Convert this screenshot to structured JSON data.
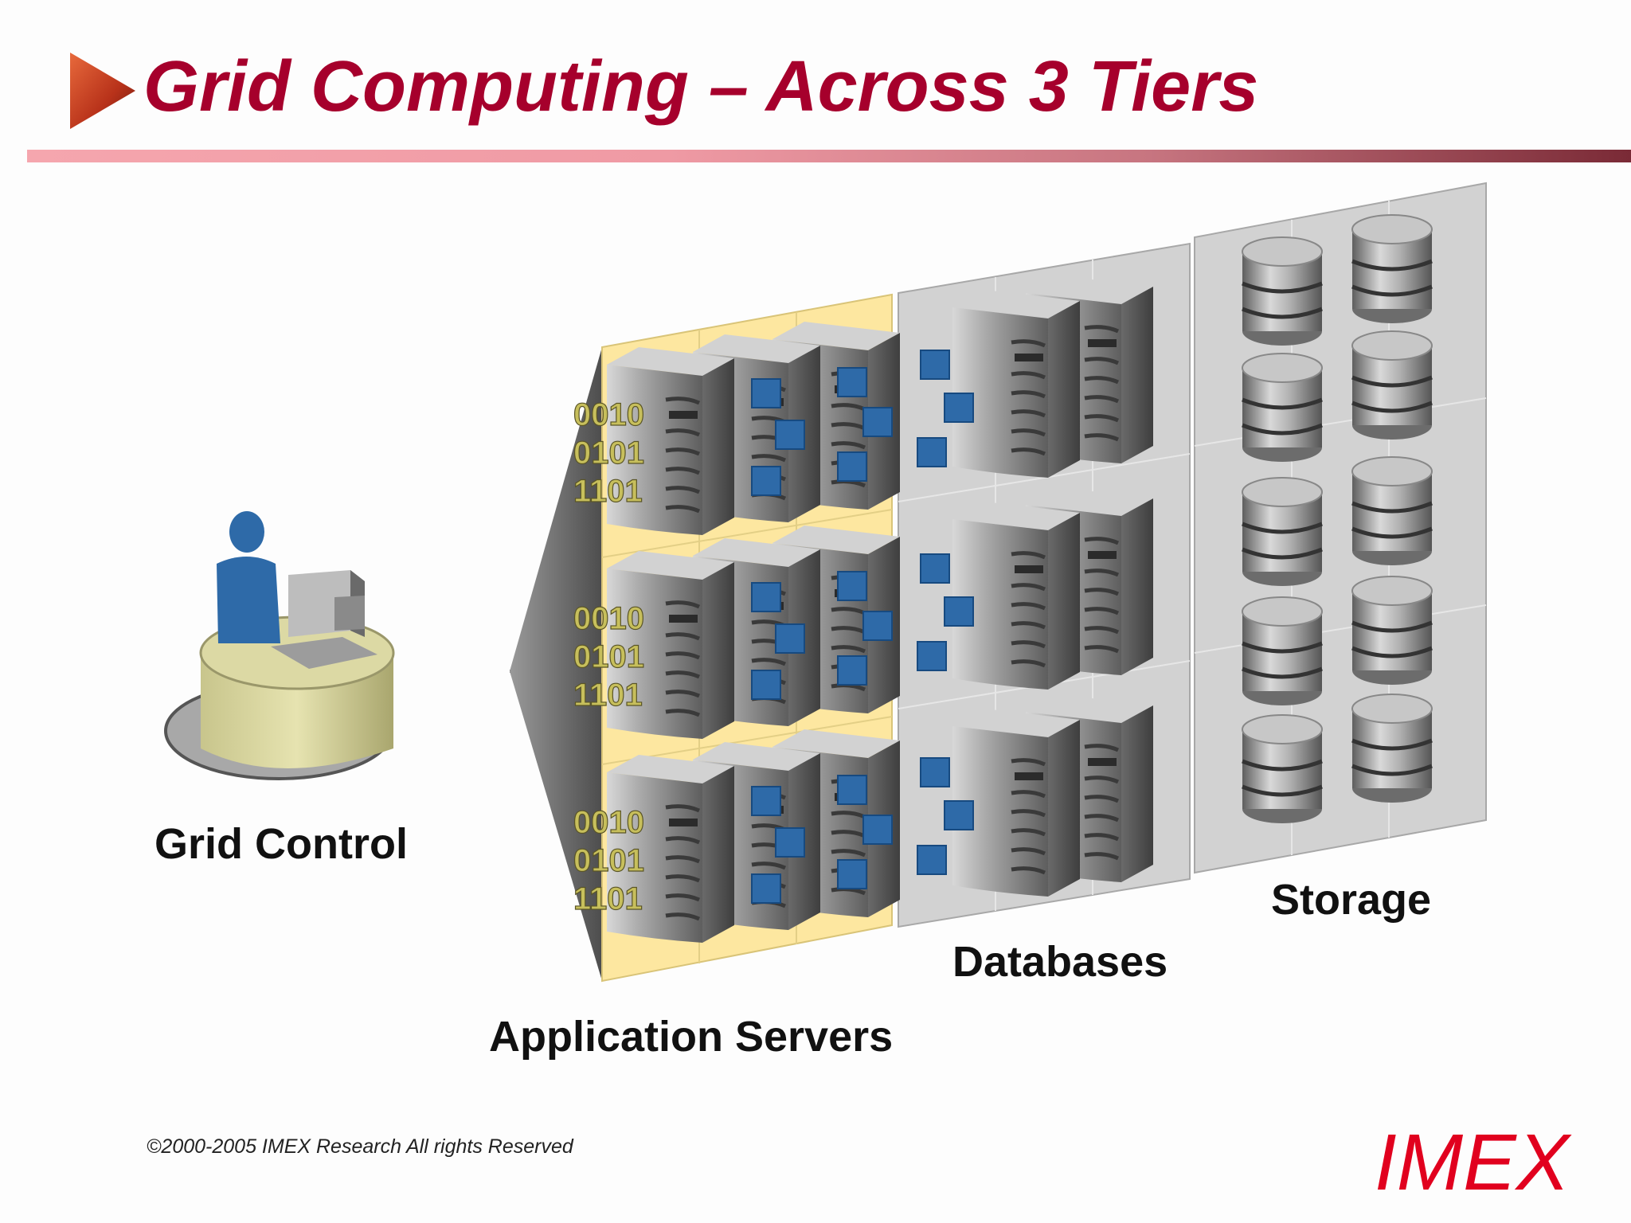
{
  "slide": {
    "title": "Grid Computing – Across 3 Tiers",
    "colors": {
      "title": "#a6002c",
      "brand": "#e1001e",
      "app_tier_bg": "#fde7a0",
      "server": "#9a9a9a",
      "connector": "#2e6aa8"
    }
  },
  "labels": {
    "grid_control": "Grid Control",
    "application_servers": "Application Servers",
    "databases": "Databases",
    "storage": "Storage"
  },
  "binary_stack": [
    "0010",
    "0101",
    "1101"
  ],
  "icons": [
    "play-triangle-icon",
    "administrator-desk-icon",
    "server-icon",
    "database-cylinder-icon"
  ],
  "footer": {
    "copyright": "©2000-2005  IMEX Research All rights Reserved",
    "brand": "IMEX"
  }
}
